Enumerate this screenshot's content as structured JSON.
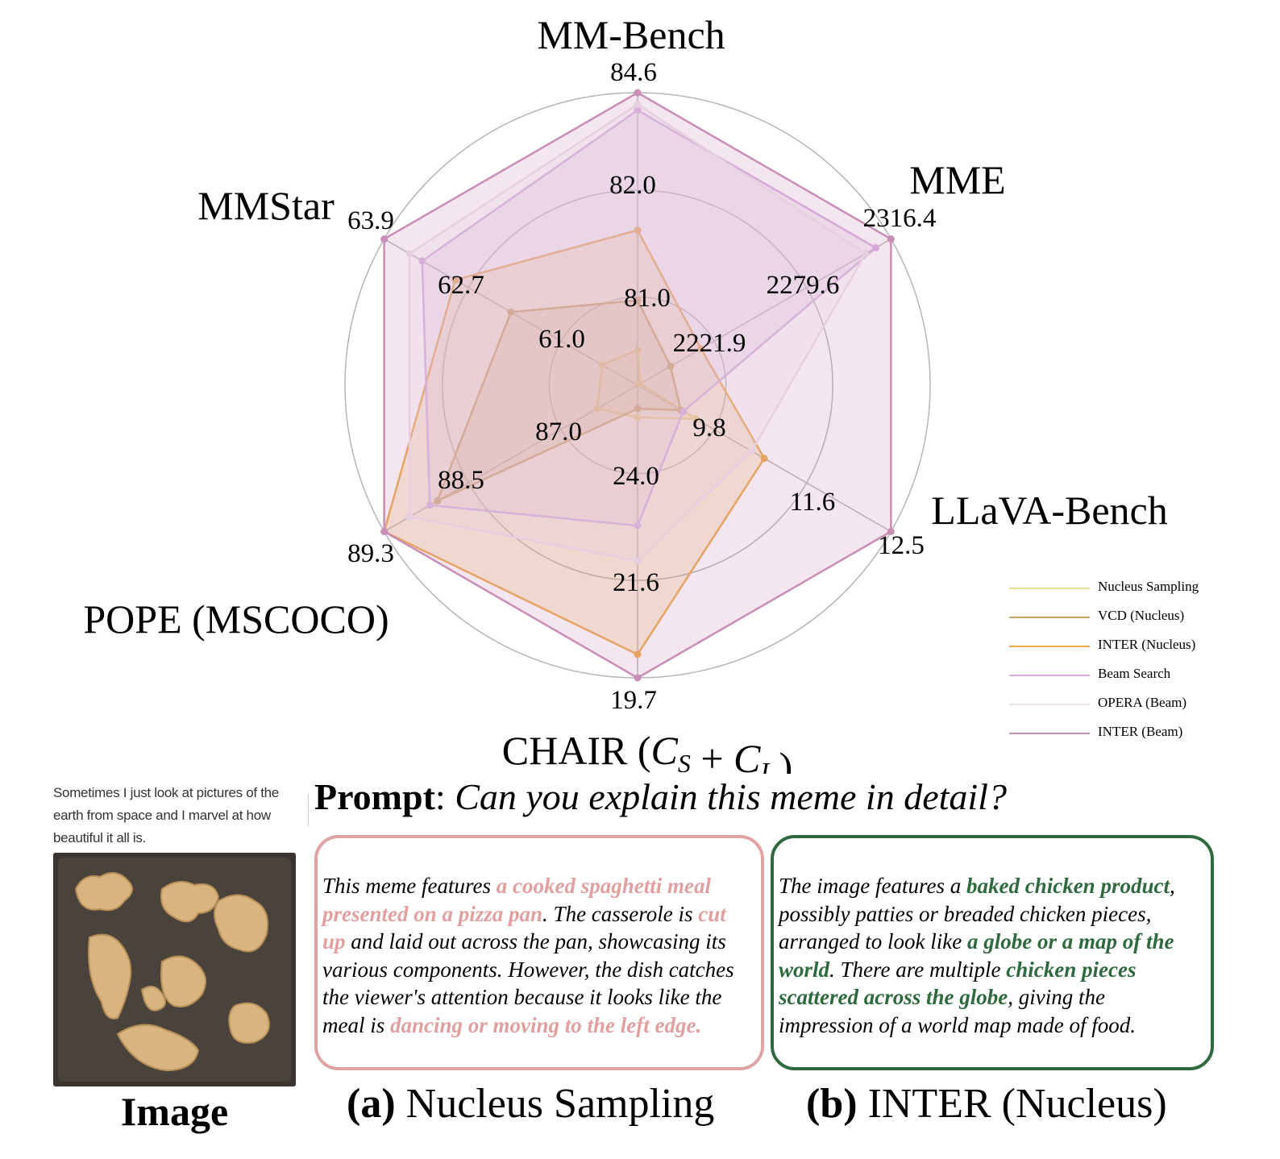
{
  "chart_data": {
    "type": "radar",
    "axes": [
      {
        "name": "MM-Bench",
        "ticks": [
          "81.0",
          "82.0",
          "84.6"
        ],
        "max_label": "84.6"
      },
      {
        "name": "MME",
        "ticks": [
          "2221.9",
          "2279.6",
          "2316.4"
        ],
        "max_label": "2316.4"
      },
      {
        "name": "LLaVA-Bench",
        "ticks": [
          "9.8",
          "11.6",
          "12.5"
        ],
        "max_label": "12.5"
      },
      {
        "name": "CHAIR (C_S + C_I )",
        "ticks": [
          "24.0",
          "21.6",
          "19.7"
        ],
        "max_label": "19.7"
      },
      {
        "name": "POPE (MSCOCO)",
        "ticks": [
          "87.0",
          "88.5",
          "89.3"
        ],
        "max_label": "89.3"
      },
      {
        "name": "MMStar",
        "ticks": [
          "61.0",
          "62.7",
          "63.9"
        ],
        "max_label": "63.9"
      }
    ],
    "series": [
      {
        "name": "Nucleus Sampling",
        "color": "#efdc8e",
        "values_radius_fraction": [
          0.12,
          0.01,
          0.23,
          0.11,
          0.16,
          0.14
        ]
      },
      {
        "name": "VCD (Nucleus)",
        "color": "#c9a35e",
        "values_radius_fraction": [
          0.29,
          0.13,
          0.17,
          0.08,
          0.79,
          0.5
        ]
      },
      {
        "name": "INTER (Nucleus)",
        "color": "#eeaa4e",
        "values_radius_fraction": [
          0.53,
          0.25,
          0.5,
          0.92,
          1.0,
          0.72
        ]
      },
      {
        "name": "Beam Search",
        "color": "#d9b0e0",
        "values_radius_fraction": [
          0.94,
          0.94,
          0.18,
          0.48,
          0.82,
          0.85
        ]
      },
      {
        "name": "OPERA (Beam)",
        "color": "#efe2ed",
        "values_radius_fraction": [
          0.96,
          0.9,
          0.45,
          0.6,
          0.9,
          0.9
        ]
      },
      {
        "name": "INTER (Beam)",
        "color": "#c98eb6",
        "values_radius_fraction": [
          1.0,
          1.0,
          1.0,
          1.0,
          1.0,
          1.0
        ]
      }
    ],
    "legend_position": "bottom-right",
    "grid": true
  },
  "meme": {
    "caption": "Sometimes I just look at pictures of the earth from space and I marvel at how beautiful it all is.",
    "image_label": "Image"
  },
  "prompt": {
    "label": "Prompt",
    "sep": ": ",
    "question": "Can you explain this meme in detail?"
  },
  "answer_a": {
    "p1": "This meme features ",
    "h1": "a cooked spaghetti meal presented on a pizza pan",
    "p2": ". The casserole is ",
    "h2": "cut up",
    "p3": " and laid out across the pan, showcasing its various components. However, the dish catches the viewer's attention because it looks like the meal is ",
    "h3": "dancing or moving to the left edge.",
    "caption_tag": "(a)",
    "caption_text": " Nucleus Sampling"
  },
  "answer_b": {
    "p1": "The image features a ",
    "h1": "baked chicken product",
    "p2": ", possibly patties or breaded chicken pieces, arranged to look like ",
    "h2": "a globe or a map of the world",
    "p3": ". There are multiple ",
    "h3": "chicken pieces scattered across the globe",
    "p4": ", giving the impression of a world map made of food.",
    "caption_tag": "(b)",
    "caption_text": " INTER (Nucleus)"
  }
}
